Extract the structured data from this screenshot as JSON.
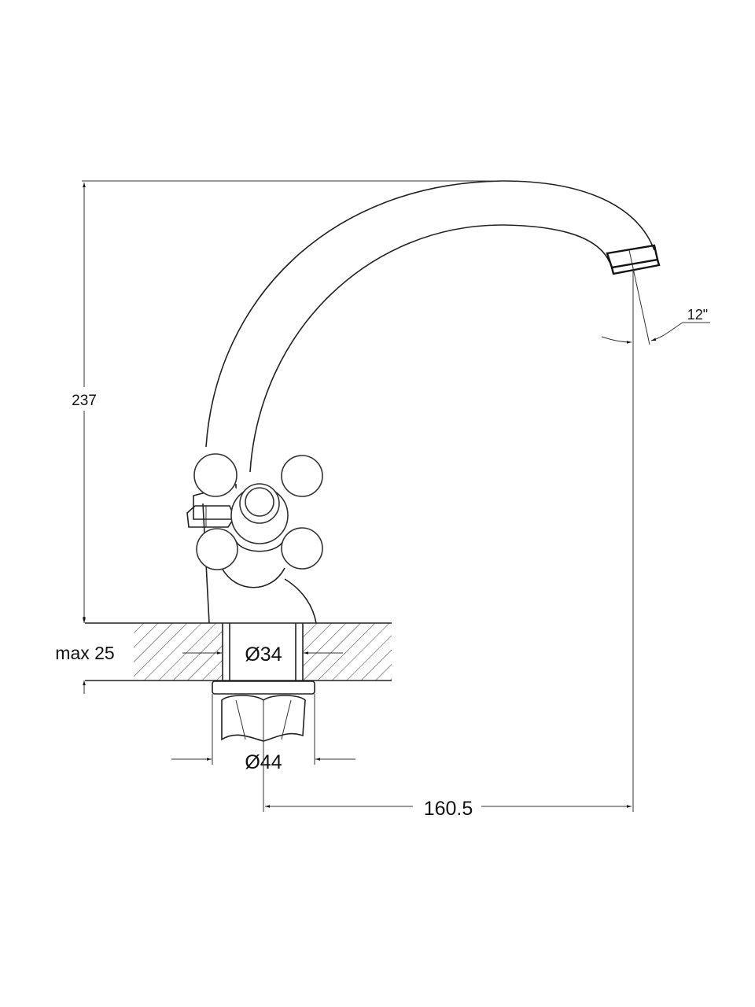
{
  "drawing": {
    "title": "Faucet dimension drawing",
    "dimensions": {
      "height": "237",
      "counter_thickness": "max 25",
      "hole_diameter": "Ø34",
      "nut_diameter": "Ø44",
      "reach": "160.5",
      "spout_angle": "12\""
    },
    "line_color": "#222222"
  }
}
